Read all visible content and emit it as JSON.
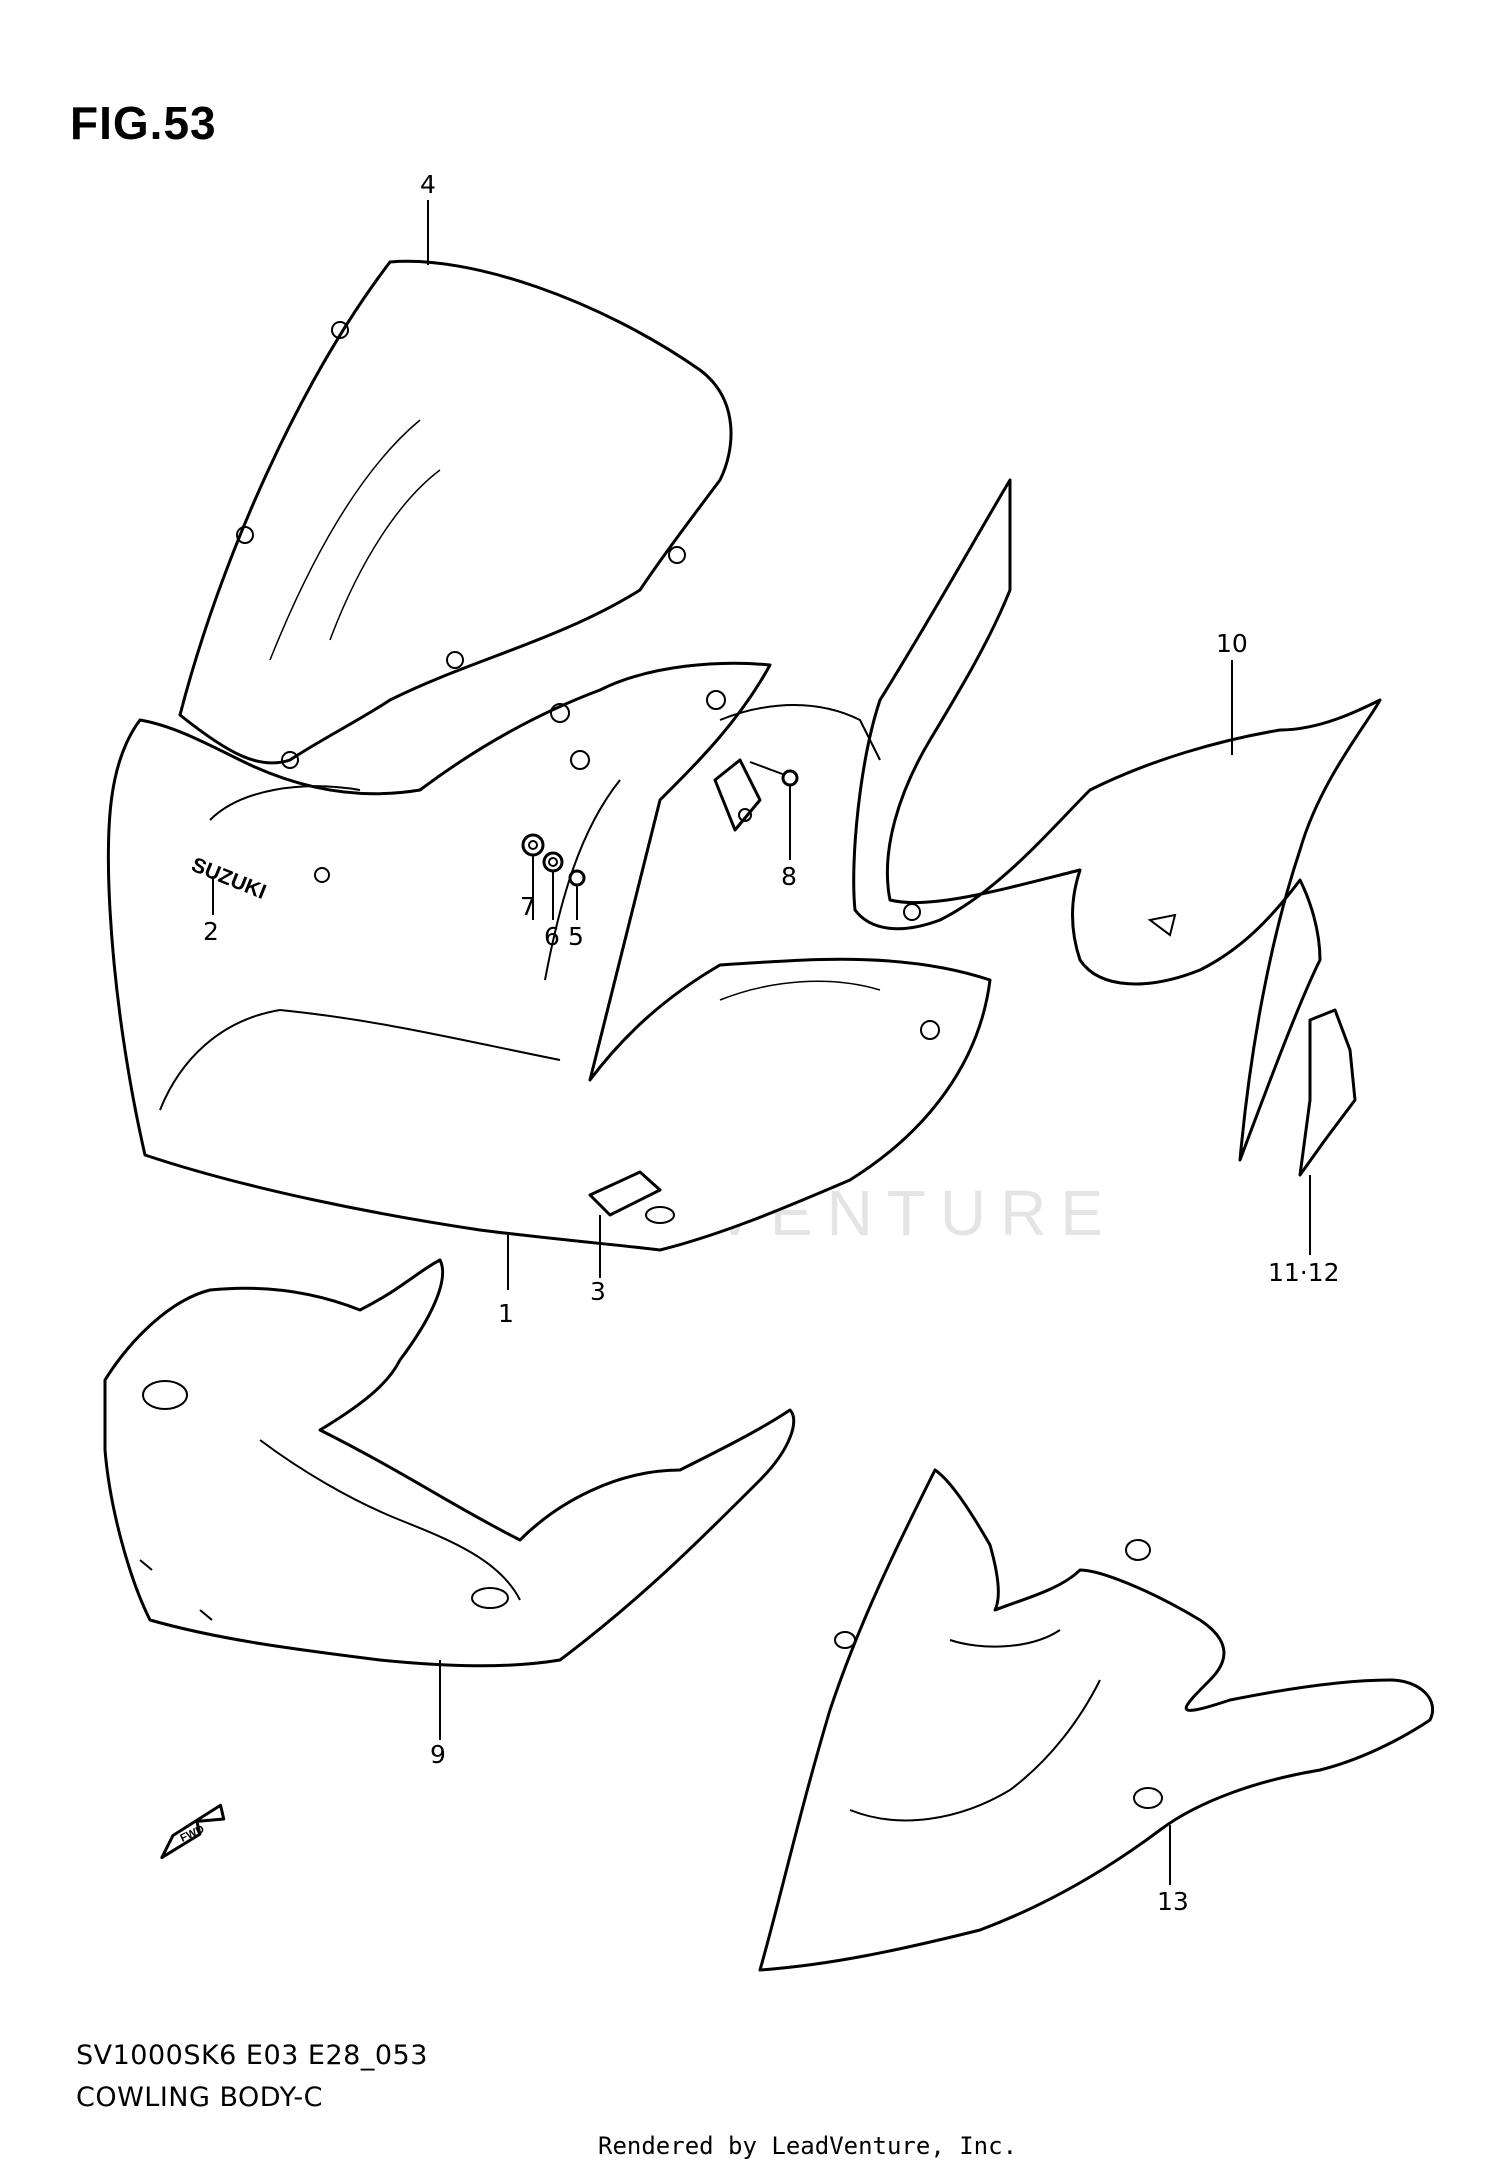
{
  "figure": {
    "title": "FIG.53",
    "model_code": "SV1000SK6 E03 E28_053",
    "section_name": "COWLING BODY-C",
    "rendered_by": "Rendered by LeadVenture, Inc.",
    "watermark": "LEADVENTURE",
    "badge_text": "SUZUKI",
    "fwd_label": "FWD"
  },
  "callouts": [
    {
      "id": "c1",
      "label": "1"
    },
    {
      "id": "c2",
      "label": "2"
    },
    {
      "id": "c3",
      "label": "3"
    },
    {
      "id": "c4",
      "label": "4"
    },
    {
      "id": "c5",
      "label": "5"
    },
    {
      "id": "c6",
      "label": "6"
    },
    {
      "id": "c7",
      "label": "7"
    },
    {
      "id": "c8",
      "label": "8"
    },
    {
      "id": "c9",
      "label": "9"
    },
    {
      "id": "c10",
      "label": "10"
    },
    {
      "id": "c11",
      "label": "11·12"
    },
    {
      "id": "c13",
      "label": "13"
    }
  ]
}
